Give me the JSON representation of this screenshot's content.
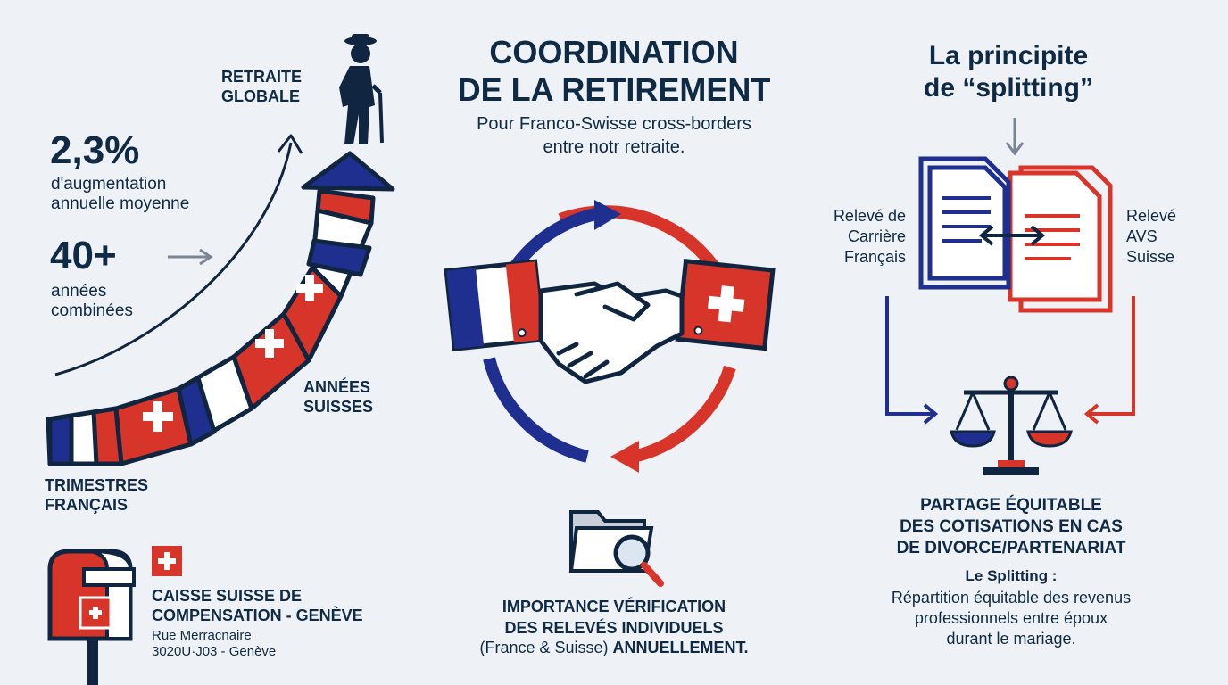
{
  "colors": {
    "navy": "#10253f",
    "france_blue": "#1e2f8f",
    "red": "#d8352a",
    "white": "#ffffff",
    "gray_arrow": "#7a8596",
    "background": "#eef1f5"
  },
  "left": {
    "retraite_line1": "RETRAITE",
    "retraite_line2": "GLOBALE",
    "stat1_value": "2,3%",
    "stat1_line1": "d'augmentation",
    "stat1_line2": "annuelle moyenne",
    "stat2_value": "40+",
    "stat2_line1": "années",
    "stat2_line2": "combinées",
    "annees_line1": "ANNÉES",
    "annees_line2": "SUISSES",
    "trimestres_line1": "TRIMESTRES",
    "trimestres_line2": "FRANÇAIS",
    "caisse_line1": "CAISSE SUISSE DE",
    "caisse_line2": "COMPENSATION - GENÈVE",
    "caisse_address1": "Rue Merracnaire",
    "caisse_address2": "3020U·J03 - Genève",
    "icons": [
      "elderly-person-icon",
      "mailbox-icon",
      "swiss-flag-icon",
      "puzzle-arrow-icon"
    ]
  },
  "center": {
    "title_line1": "COORDINATION",
    "title_line2": "DE LA RETIREMENT",
    "subtitle_line1": "Pour Franco-Swisse cross-borders",
    "subtitle_line2": "entre notr retraite.",
    "verification_line1": "IMPORTANCE VÉRIFICATION",
    "verification_line2": "DES RELEVÉS INDIVIDUELS",
    "verification_line3_normal": "(France & Suisse) ",
    "verification_line3_bold": "ANNUELLEMENT.",
    "icons": [
      "handshake-icon",
      "circular-arrows-icon",
      "folder-search-icon"
    ]
  },
  "right": {
    "title_line1": "La principite",
    "title_line2": "de “splitting”",
    "releve_fr_line1": "Relevé de",
    "releve_fr_line2": "Carrière",
    "releve_fr_line3": "Français",
    "releve_ch_line1": "Relevé",
    "releve_ch_line2": "AVS",
    "releve_ch_line3": "Suisse",
    "partage_line1": "PARTAGE ÉQUITABLE",
    "partage_line2": "DES COTISATIONS EN CAS",
    "partage_line3": "DE DIVORCE/PARTENARIAT",
    "splitting_label": "Le Splitting :",
    "splitting_line1": "Répartition équitable des revenus",
    "splitting_line2": "professionnels entre époux",
    "splitting_line3": "durant le mariage.",
    "icons": [
      "documents-icon",
      "scales-icon"
    ]
  }
}
